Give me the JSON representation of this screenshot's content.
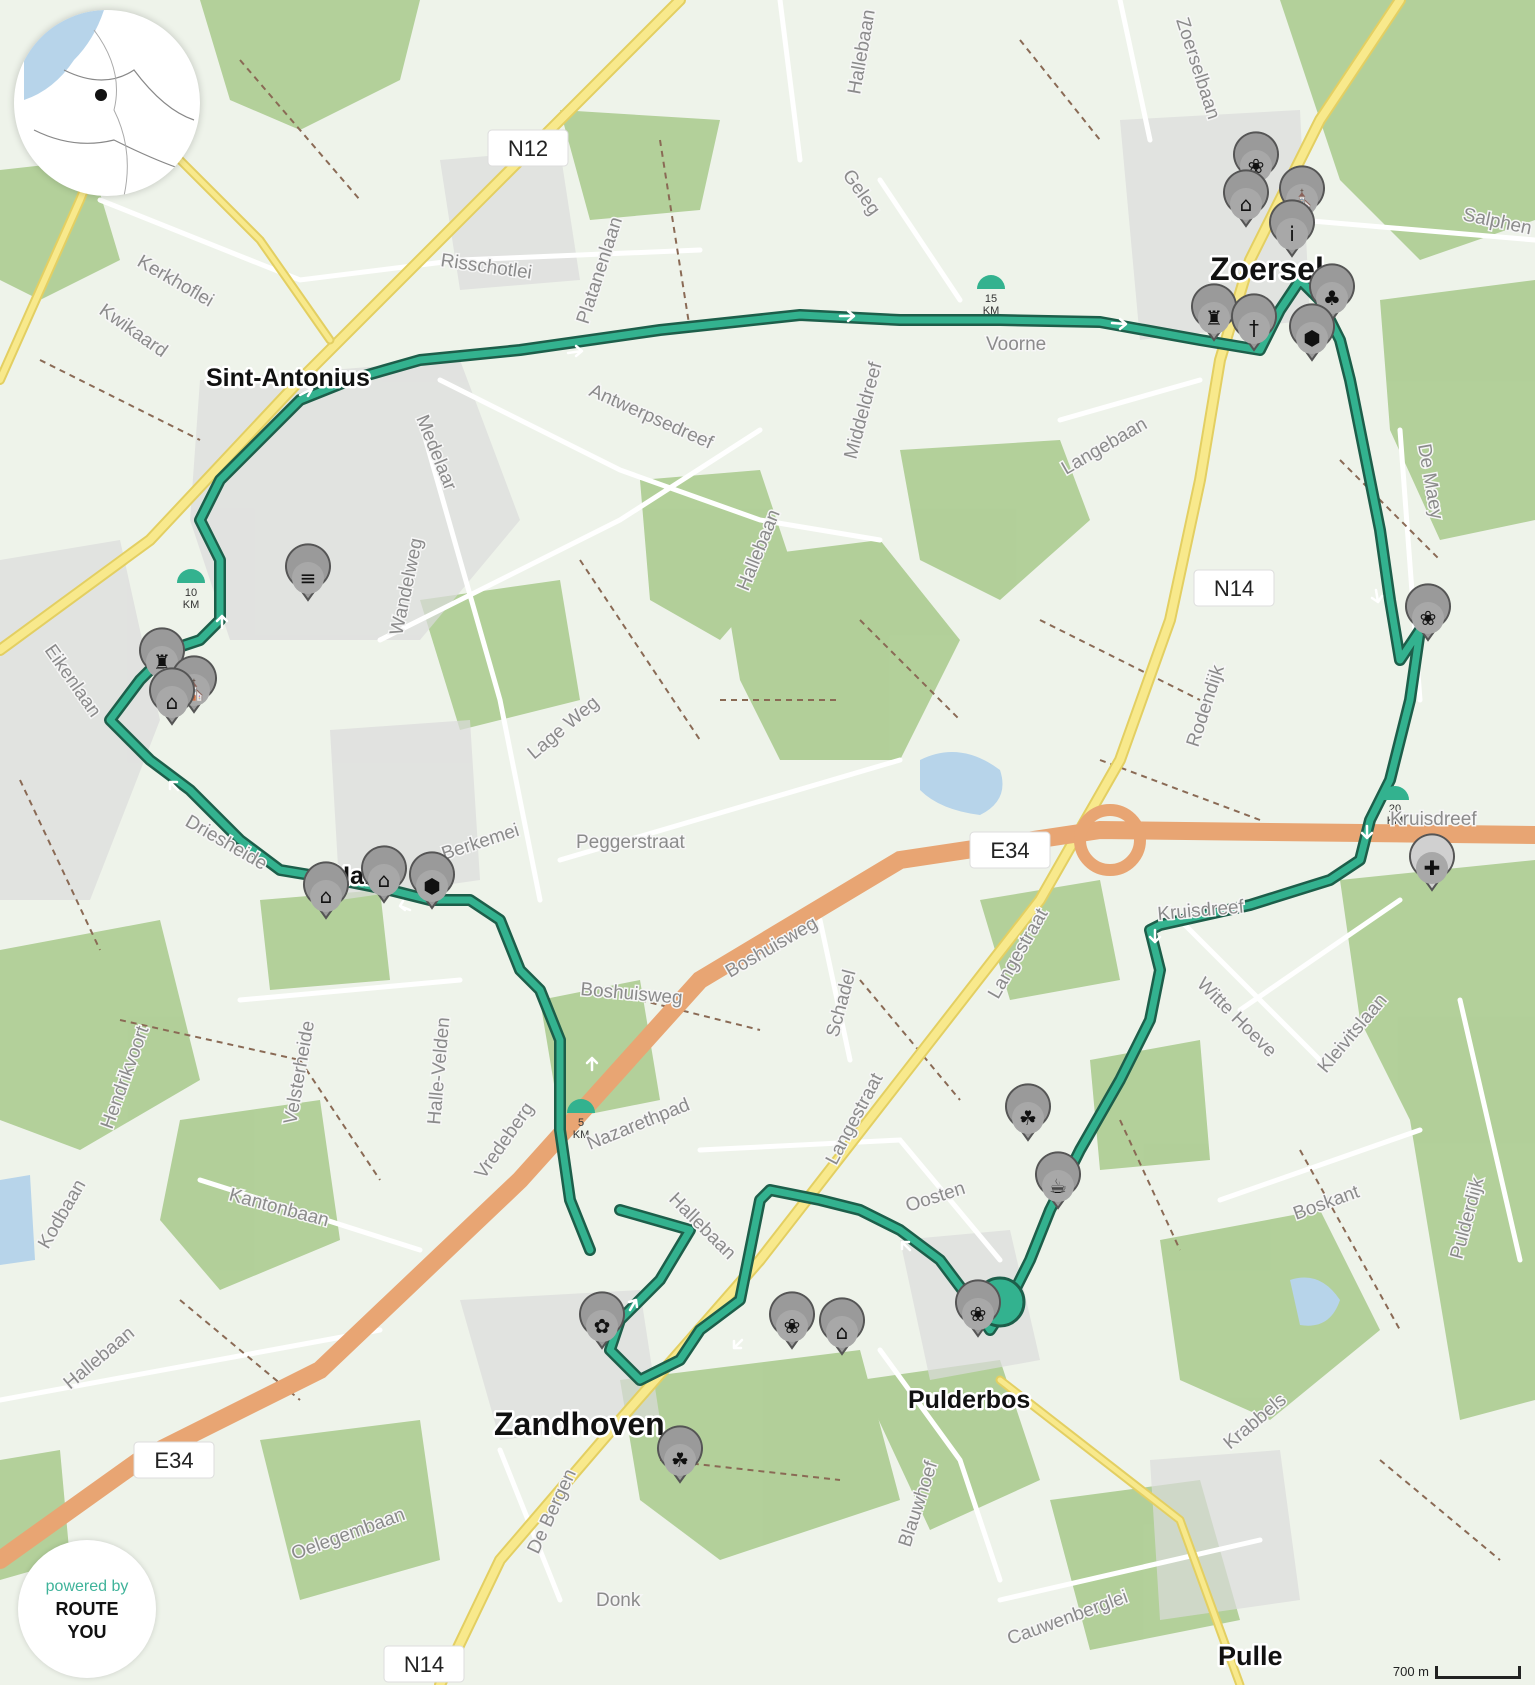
{
  "map": {
    "attribution": {
      "powered_by": "powered by",
      "brand_line1": "ROUTE",
      "brand_line2": "YOU"
    },
    "scale_label": "700 m",
    "colors": {
      "route": "#33b28f",
      "route_outline": "#1d5e4a",
      "highway": "#e8a573",
      "primary_road": "#f4e07a",
      "forest": "#a8c98c",
      "background": "#eef3ea",
      "poi_marker": "#9a9a9a"
    },
    "places": [
      {
        "name": "Zoersel",
        "size": "large"
      },
      {
        "name": "Sint-Antonius",
        "size": "medium"
      },
      {
        "name": "Halle",
        "size": "medium"
      },
      {
        "name": "Zandhoven",
        "size": "large"
      },
      {
        "name": "Pulderbos",
        "size": "medium"
      },
      {
        "name": "Pulle",
        "size": "medium"
      }
    ],
    "road_shields": [
      "N12",
      "N14",
      "E34",
      "E34",
      "N14"
    ],
    "streets": [
      "Zoerselbaan",
      "Salphen",
      "Risschotlei",
      "Platanenlaan",
      "Geleg",
      "Hallebaan",
      "Kwikaard",
      "Kerkhoflei",
      "Antwerpsedreef",
      "Middeldreef",
      "Voorne",
      "Langebaan",
      "De Maey",
      "Medelaar",
      "Wandelweg",
      "Lage Weg",
      "Hallebaan",
      "Rodendijk",
      "Eikenlaan",
      "Driesheide",
      "Berkemei",
      "Peggerstraat",
      "Boshuisweg",
      "Boshuisweg",
      "Kruisdreef",
      "Witte Hoeve",
      "Kleivitslaan",
      "Schadel",
      "Langestraat",
      "Langestraat",
      "Velsterheide",
      "Halle-Velden",
      "Hendrikvoort",
      "Vredeberg",
      "Nazarethpad",
      "Hallebaan",
      "Kantonbaan",
      "Kodbaan",
      "Hallebaan",
      "Boskant",
      "Pulderdijk",
      "Oosten",
      "Krabbels",
      "Blauwhoef",
      "Oelegembaan",
      "De Bergen",
      "Donk",
      "Cauwenberglei",
      "Kruisdreef"
    ],
    "km_markers": [
      {
        "value": "5",
        "unit": "KM"
      },
      {
        "value": "10",
        "unit": "KM"
      },
      {
        "value": "15",
        "unit": "KM"
      },
      {
        "value": "20",
        "unit": "KM"
      }
    ],
    "pois": [
      "grain-icon",
      "home-icon",
      "chapel-icon",
      "info-icon",
      "tree-icon",
      "castle-icon",
      "cross-icon",
      "hexagon-icon",
      "bed-icon",
      "castle-icon",
      "chapel-icon",
      "museum-icon",
      "museum-icon",
      "home-icon",
      "hexagon-icon",
      "grain-icon",
      "first-aid-icon",
      "plant-icon",
      "coffee-icon",
      "flower-icon",
      "grain-icon",
      "museum-icon",
      "grain-icon",
      "plant-icon"
    ]
  }
}
